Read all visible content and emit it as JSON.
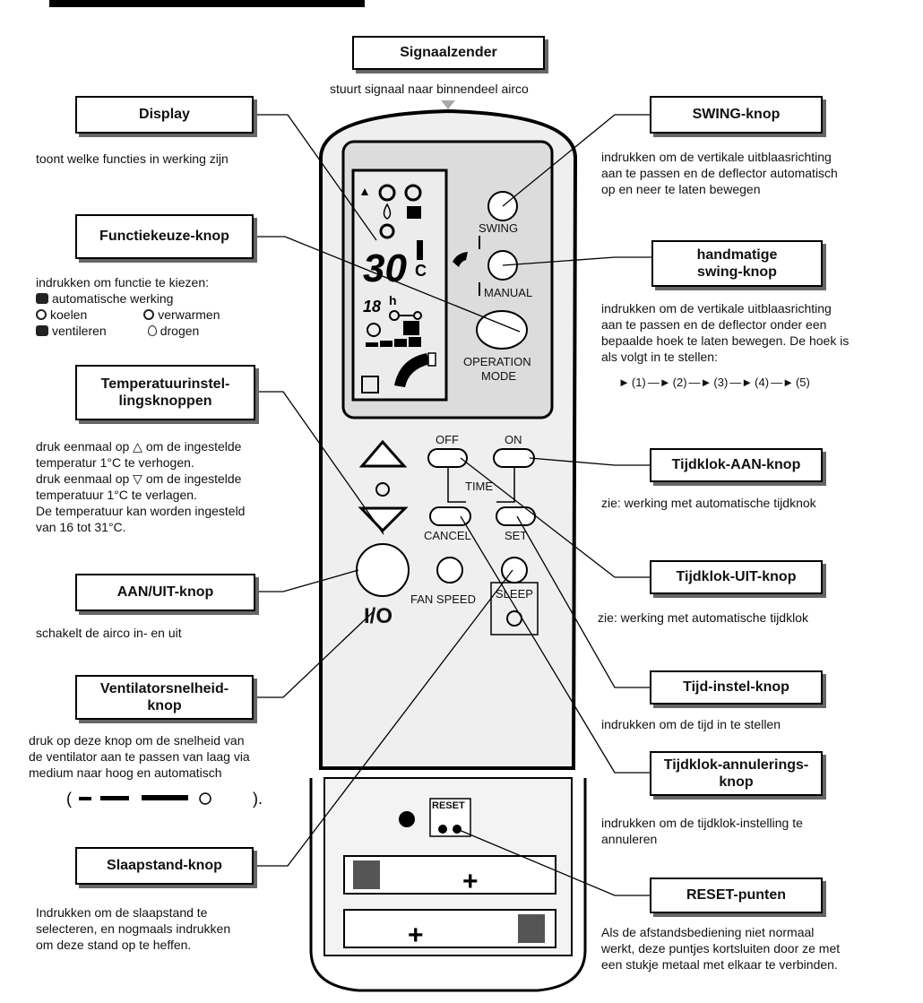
{
  "labels": {
    "signaalzender": "Signaalzender",
    "display": "Display",
    "functiekeuze": "Functiekeuze-knop",
    "temp_line1": "Temperatuurinstel-",
    "temp_line2": "lingsknoppen",
    "aan_uit": "AAN/UIT-knop",
    "vent_line1": "Ventilatorsnelheid-",
    "vent_line2": "knop",
    "slaap": "Slaapstand-knop",
    "swing": "SWING-knop",
    "manual_line1": "handmatige",
    "manual_line2": "swing-knop",
    "tijd_aan": "Tijdklok-AAN-knop",
    "tijd_uit": "Tijdklok-UIT-knop",
    "tijd_instel": "Tijd-instel-knop",
    "annul_line1": "Tijdklok-annulerings-",
    "annul_line2": "knop",
    "reset": "RESET-punten"
  },
  "descriptions": {
    "signaalzender": "stuurt signaal naar binnendeel airco",
    "display": "toont welke functies in werking zijn",
    "functiekeuze_intro": "indrukken om functie te kiezen:",
    "functiekeuze_auto": "automatische werking",
    "functiekeuze_koelen": "koelen",
    "functiekeuze_verwarmen": "verwarmen",
    "functiekeuze_ventileren": "ventileren",
    "functiekeuze_drogen": "drogen",
    "temp": [
      "druk eenmaal op △ om de ingestelde",
      "temperatur 1°C te verhogen.",
      "druk eenmaal op ▽ om de ingestelde",
      "temperatuur 1°C te verlagen.",
      "De temperatuur kan worden ingesteld",
      "van 16 tot 31°C."
    ],
    "aan_uit": "schakelt de airco in- en uit",
    "vent": [
      "druk op deze knop om de snelheid van",
      "de ventilator aan te passen van laag via",
      "medium naar hoog en automatisch"
    ],
    "slaap": [
      "Indrukken om de slaapstand te",
      "selecteren, en nogmaals indrukken",
      "om deze stand op te heffen."
    ],
    "swing": [
      "indrukken om de vertikale uitblaasrichting",
      "aan te passen en de deflector automatisch",
      "op en neer te laten bewegen"
    ],
    "manual": [
      "indrukken om de vertikale uitblaasrichting",
      "aan te passen en de deflector onder een",
      "bepaalde hoek te laten bewegen. De hoek is",
      "als volgt in te stellen:"
    ],
    "angles": [
      "(1)",
      "(2)",
      "(3)",
      "(4)",
      "(5)"
    ],
    "tijd_aan": "zie: werking met automatische tijdknok",
    "tijd_uit": "zie: werking met automatische tijdklok",
    "tijd_instel": "indrukken om de tijd in te stellen",
    "annul": [
      "indrukken om de tijdklok-instelling te",
      "annuleren"
    ],
    "reset": [
      "Als de afstandsbediening niet normaal",
      "werkt, deze puntjes kortsluiten door ze met",
      "een stukje metaal met elkaar te verbinden."
    ]
  },
  "remote": {
    "display_temp": "30",
    "display_c": "C",
    "display_hours": "18",
    "display_h": "h",
    "swing": "SWING",
    "manual": "MANUAL",
    "operation": "OPERATION",
    "mode": "MODE",
    "off": "OFF",
    "on": "ON",
    "time": "TIME",
    "cancel": "CANCEL",
    "set": "SET",
    "power": "I/O",
    "fan_speed": "FAN SPEED",
    "sleep": "SLEEP",
    "reset": "RESET"
  }
}
